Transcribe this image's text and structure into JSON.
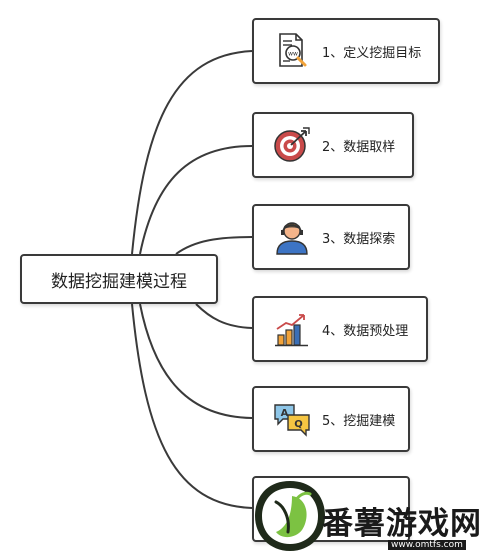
{
  "root": {
    "label": "数据挖掘建模过程"
  },
  "steps": [
    {
      "label": "1、定义挖掘目标",
      "icon": "document-magnifier-icon"
    },
    {
      "label": "2、数据取样",
      "icon": "target-arrow-icon"
    },
    {
      "label": "3、数据探索",
      "icon": "person-headset-icon"
    },
    {
      "label": "4、数据预处理",
      "icon": "bar-chart-growth-icon"
    },
    {
      "label": "5、挖掘建模",
      "icon": "qa-speech-bubbles-icon"
    },
    {
      "label": "",
      "icon": "partially-hidden-icon"
    }
  ],
  "watermark": {
    "title": "番薯游戏网",
    "url": "www.omtfs.com"
  },
  "colors": {
    "line": "#3a3a3a",
    "border": "#3a3a3a",
    "target_red": "#c94a4a",
    "bar_orange": "#f2a33a",
    "bar_blue": "#3b6fb6",
    "person_blue": "#3d74c4",
    "person_skin": "#f4b48a",
    "bubble_yellow": "#f5c542",
    "bubble_blue": "#8ec6e8",
    "logo_green": "#7cc242",
    "logo_dark": "#1f2a1a"
  }
}
